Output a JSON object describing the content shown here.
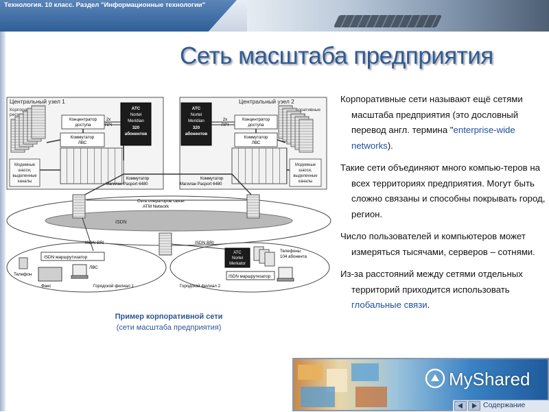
{
  "header": {
    "label": "Технология. 10 класс. Раздел \"Информационные технологии\""
  },
  "title": "Сеть масштаба предприятия",
  "diagram": {
    "node1_title": "Центральный узел 1",
    "node2_title": "Центральный узел 2",
    "corp_resources_1": [
      "Корпоративные",
      "ресурсы"
    ],
    "corp_resources_2": [
      "Корпоративные",
      "ресурсы"
    ],
    "access_hub": [
      "Концентратор",
      "доступа"
    ],
    "lan_switch": [
      "Коммутатор",
      "ЛВС"
    ],
    "atc_block": [
      "АТС",
      "Nortel",
      "Meridian",
      "320",
      "абонентов"
    ],
    "rpi": [
      "2x",
      "RPI"
    ],
    "modem_chassis": [
      "Модемные",
      "шасси,",
      "выделенные",
      "каналы"
    ],
    "magellan_switch": [
      "Коммутатор",
      "Магилан Pasport 6480"
    ],
    "operators": [
      "Сеть операторов связи",
      "ATM Network"
    ],
    "isdn": "ISDN",
    "isdn_bri": "ISDN BRI",
    "isdn_router": "ISDN маршрутизатор",
    "lan": "ЛВС",
    "phone": "Телефон",
    "fax": "Факс",
    "atc_merkator": [
      "АТС",
      "Nortel",
      "Merkator"
    ],
    "phones_104": [
      "Телефоны",
      "104 абонента"
    ],
    "branch1": "Городской филиал 1",
    "branch2": "Городской филиал 2"
  },
  "caption": {
    "main": "Пример корпоративной сети",
    "sub": "(сети масштаба предприятия)"
  },
  "paragraphs": [
    {
      "a": "Корпоративные сети называют ещё сетями масштаба предприятия (это дословный перевод англ. термина \"",
      "h": "enterprise-wide networks",
      "b": ")."
    },
    {
      "a": "Такие сети объединяют много компью-теров на всех территориях предприятия. Могут быть сложно связаны и способны покрывать город, регион.",
      "h": "",
      "b": ""
    },
    {
      "a": "Число пользователей и компьютеров может измеряться тысячами, серверов – сотнями.",
      "h": "",
      "b": ""
    },
    {
      "a": "Из-за расстояний между сетями отдельных территорий приходится использовать ",
      "h": "глобальные связи",
      "b": "."
    }
  ],
  "footer": {
    "brand": "MyShared",
    "nav_label": "Содержание"
  },
  "colors": {
    "title": "#2f5b96",
    "highlight": "#1d4f9c",
    "caption": "#2d5594"
  }
}
